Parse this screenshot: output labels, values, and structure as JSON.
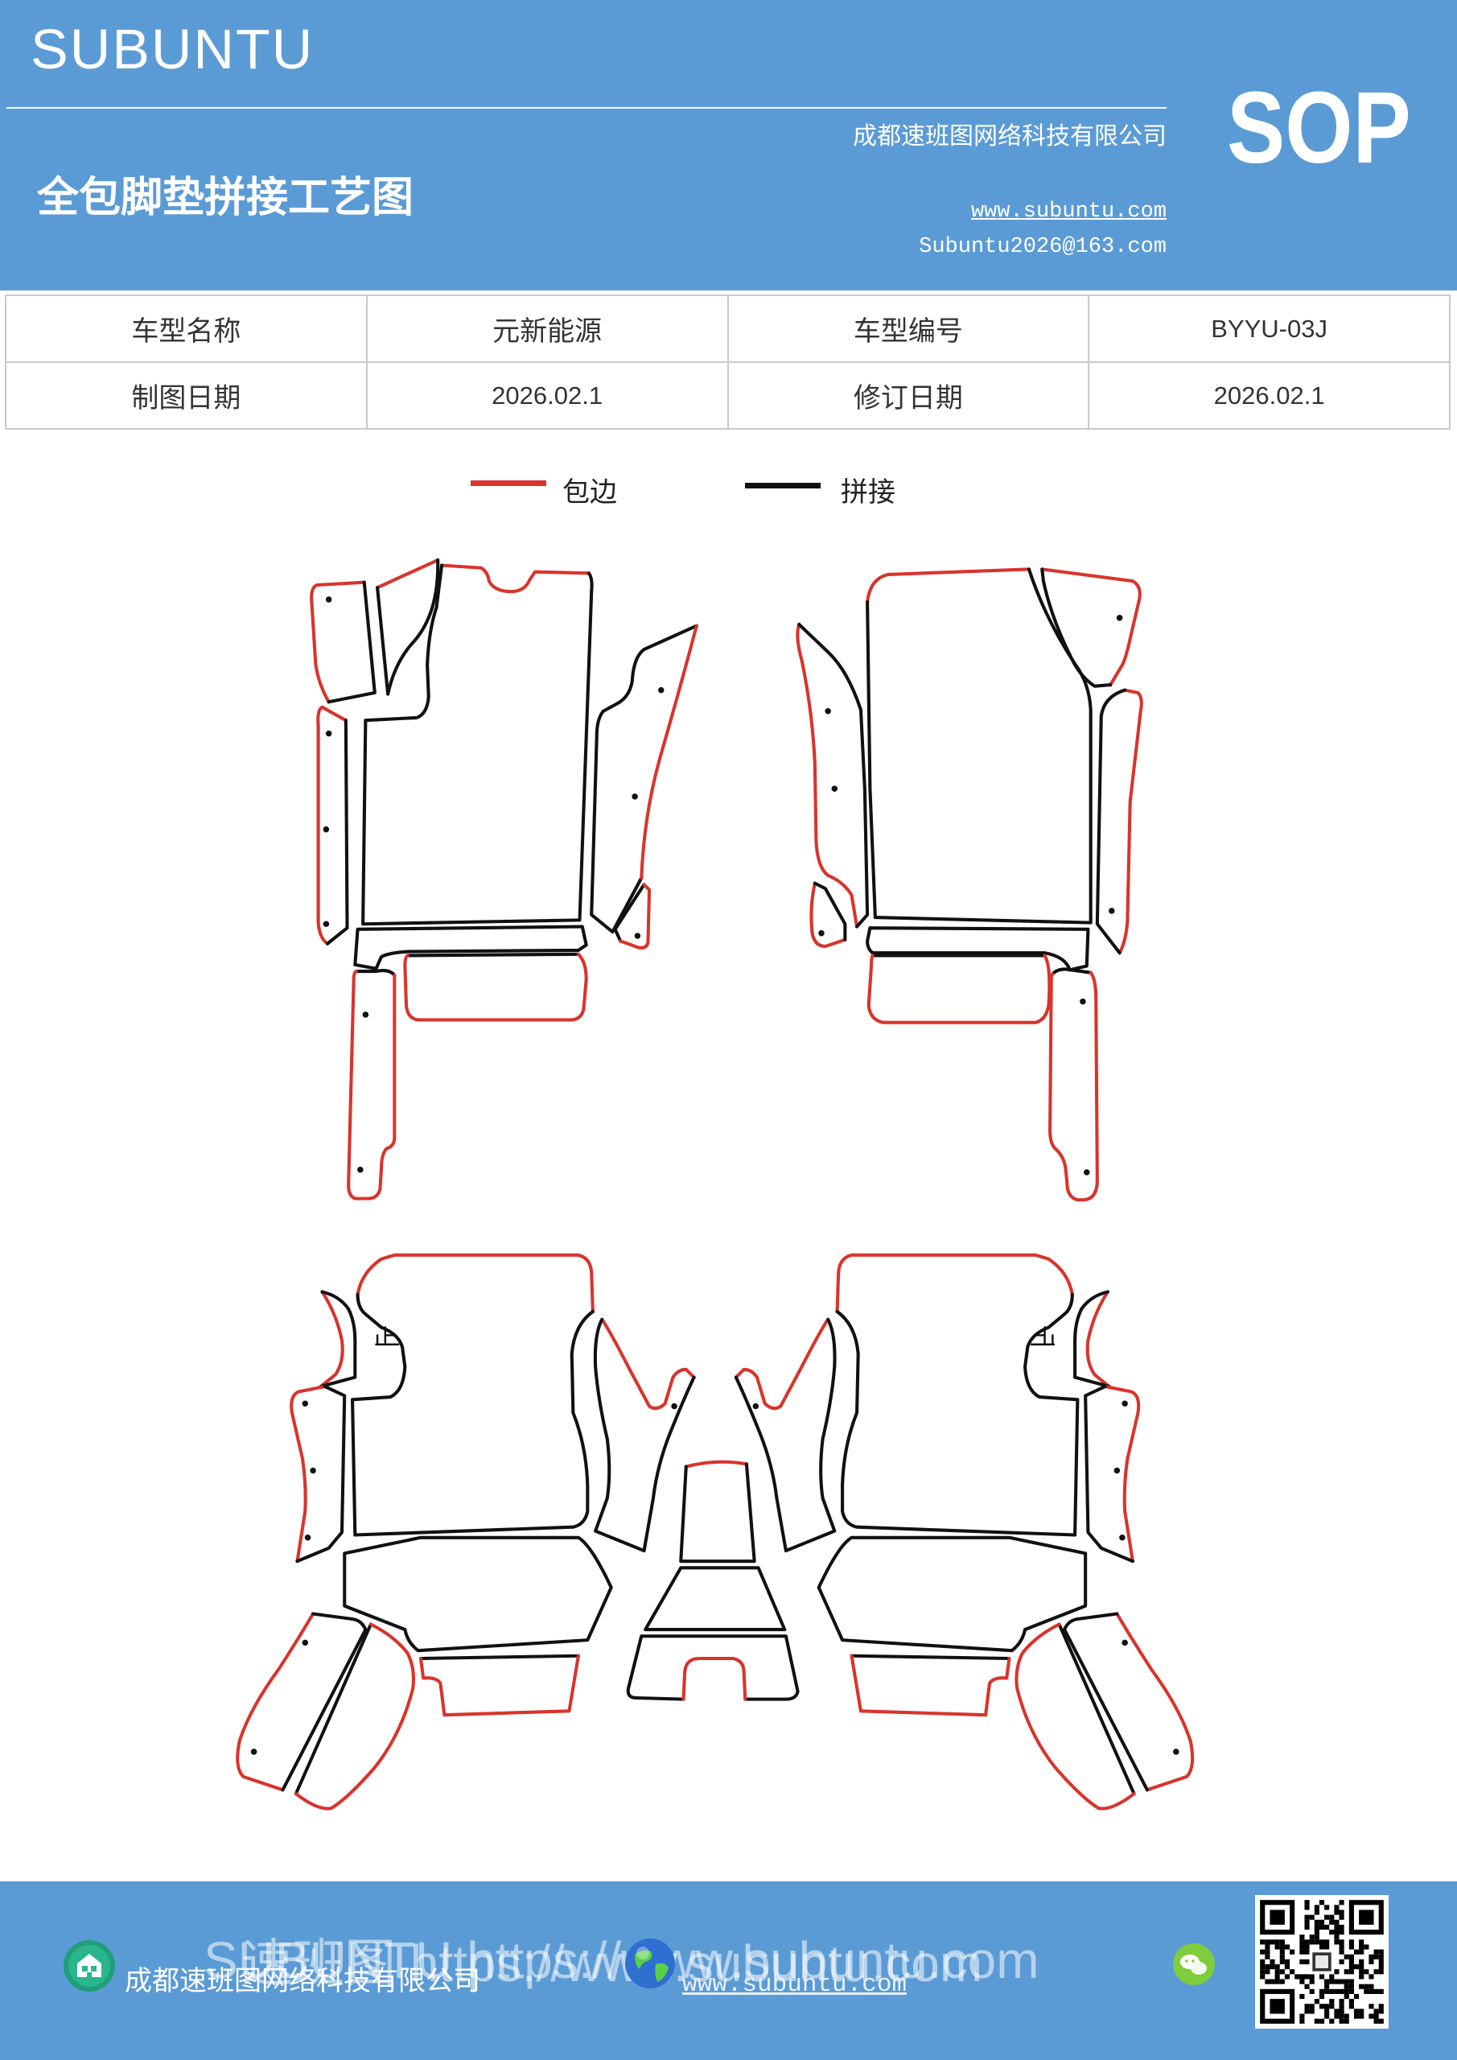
{
  "header": {
    "brand": "SUBUNTU",
    "company": "成都速班图网络科技有限公司",
    "doc_type": "SOP",
    "title": "全包脚垫拼接工艺图",
    "website": "www.subuntu.com",
    "email": "Subuntu2026@163.com",
    "band_color": "#5b9bd5"
  },
  "info": {
    "model_name_label": "车型名称",
    "model_name": "元新能源",
    "model_code_label": "车型编号",
    "model_code": "BYYU-03J",
    "draw_date_label": "制图日期",
    "draw_date": "2026.02.1",
    "revision_date_label": "修订日期",
    "revision_date": "2026.02.1"
  },
  "legend": {
    "binding": {
      "label": "包边",
      "color": "#d8342c"
    },
    "seam": {
      "label": "拼接",
      "color": "#111111"
    }
  },
  "footer": {
    "company": "成都速班图网络科技有限公司",
    "website": "www.subuntu.com",
    "watermark_1": "SUBUNTU https://www.subuntu.com",
    "watermark_2": "速班图 https://www.subuntu.com",
    "icons": [
      "building-icon",
      "globe-icon",
      "wechat-icon",
      "qr-code"
    ]
  }
}
